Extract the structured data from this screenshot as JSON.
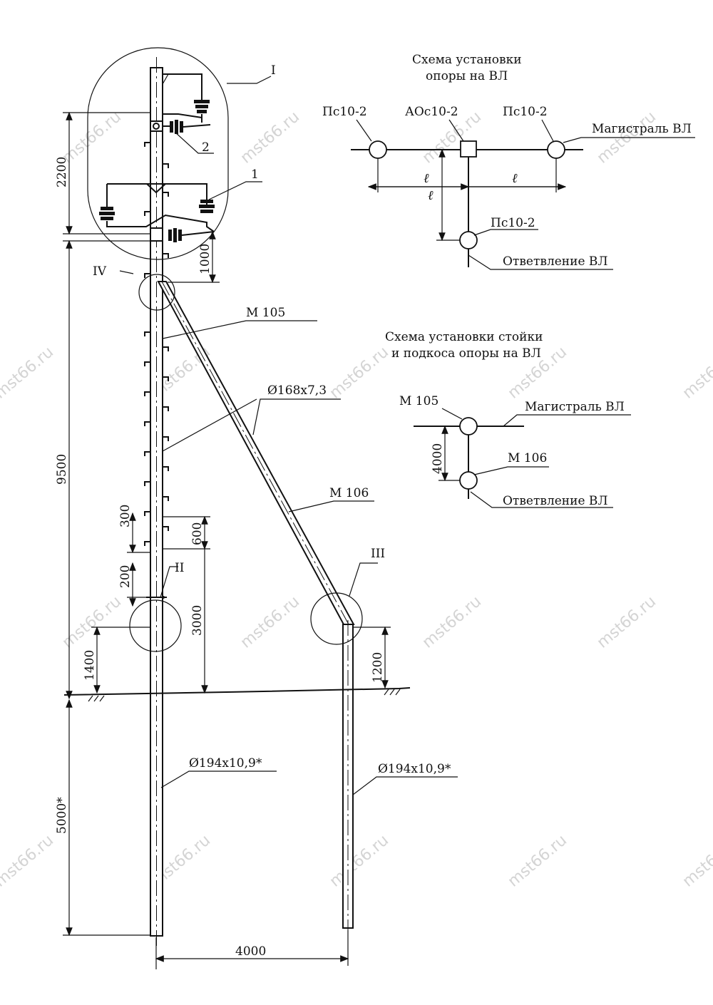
{
  "labels": {
    "callout_i": "I",
    "callout_2": "2",
    "callout_1": "1",
    "callout_iv": "IV",
    "callout_ii": "II",
    "callout_iii": "III",
    "m105": "М 105",
    "m106": "М 106",
    "pipe_upper": "Ø168x7,3",
    "pipe_lower_left": "Ø194x10,9*",
    "pipe_lower_right": "Ø194x10,9*"
  },
  "dimensions": {
    "d2200": "2200",
    "d1000": "1000",
    "d9500": "9500",
    "d300": "300",
    "d600": "600",
    "d200": "200",
    "d3000": "3000",
    "d1400": "1400",
    "d1200": "1200",
    "d5000": "5000*",
    "d4000": "4000"
  },
  "scheme1": {
    "title_line1": "Схема установки",
    "title_line2": "опоры на ВЛ",
    "pc_left": "Пс10-2",
    "aoc_center": "АОс10-2",
    "pc_right": "Пс10-2",
    "mainline": "Магистраль ВЛ",
    "span_left": "ℓ",
    "span_right": "ℓ",
    "span_vertical": "ℓ",
    "pc_bottom": "Пс10-2",
    "branch": "Ответвление ВЛ"
  },
  "scheme2": {
    "title_line1": "Схема установки стойки",
    "title_line2": "и подкоса опоры на ВЛ",
    "m105": "М 105",
    "mainline": "Магистраль ВЛ",
    "dim4000": "4000",
    "m106": "М 106",
    "branch": "Ответвление ВЛ"
  },
  "watermark": "mst66.ru"
}
